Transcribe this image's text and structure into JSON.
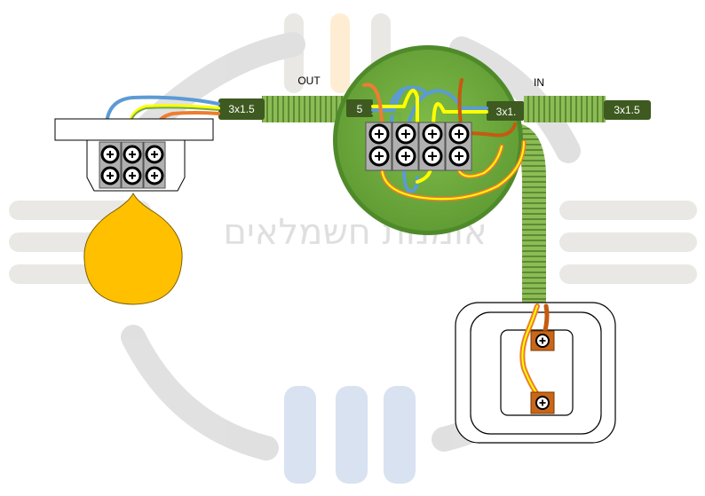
{
  "labels": {
    "out": "OUT",
    "in": "IN",
    "cable_left": "3x1.5",
    "cable_mid": "5",
    "cable_in_inner": "3x1.",
    "cable_right": "3x1.5"
  },
  "watermark": {
    "text": "אומנות חשמלאים"
  },
  "colors": {
    "cable_green": "#7aa84a",
    "cable_dark": "#3e5a20",
    "box_green": "#6eaa40",
    "wire_blue": "#5b9bd5",
    "wire_yellow": "#ffff00",
    "wire_green": "#70ad47",
    "wire_orange": "#ed7d31",
    "wire_brown": "#c55a11",
    "bulb": "#ffc000",
    "switch_terminal": "#c8661a"
  }
}
